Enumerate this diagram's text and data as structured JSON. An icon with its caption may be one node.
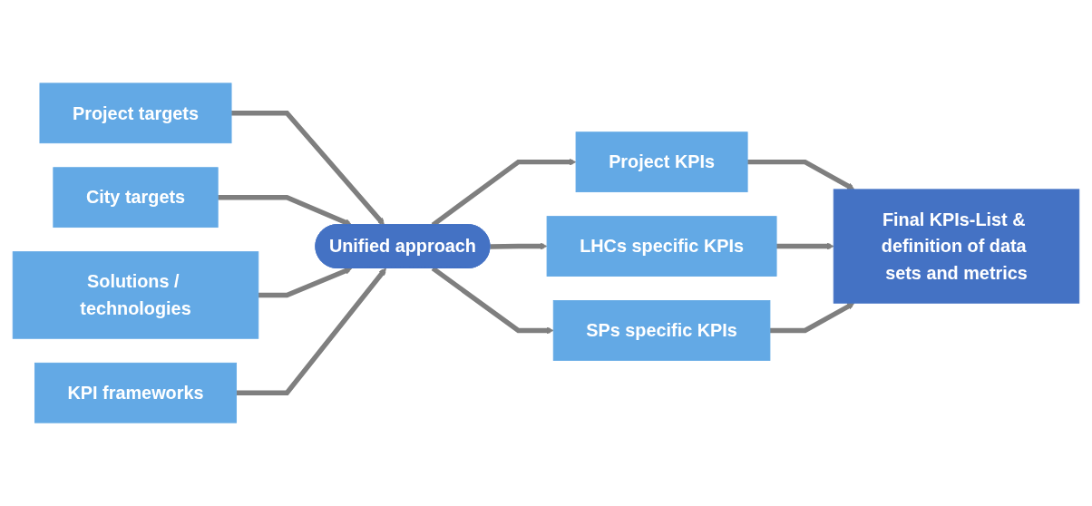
{
  "diagram": {
    "nodes": [
      {
        "text": [
          "Project targets"
        ]
      },
      {
        "text": [
          "City targets"
        ]
      },
      {
        "text": [
          "Solutions / technologies"
        ]
      },
      {
        "text": [
          "KPI frameworks"
        ]
      },
      {
        "text": [
          "Unified approach"
        ]
      },
      {
        "text": [
          "Project KPIs"
        ]
      },
      {
        "text": [
          "LHCs specific KPIs"
        ]
      },
      {
        "text": [
          "SPs specific KPIs"
        ]
      },
      {
        "text": [
          "Final KPIs-List & definition of data sets and metrics"
        ]
      }
    ],
    "edges": [
      {
        "from": 0,
        "to": 4,
        "arrow": "to"
      },
      {
        "from": 1,
        "to": 4,
        "arrow": "to"
      },
      {
        "from": 2,
        "to": 4,
        "arrow": "to"
      },
      {
        "from": 3,
        "to": 4,
        "arrow": "to"
      },
      {
        "from": 4,
        "to": 5,
        "arrow": "to"
      },
      {
        "from": 4,
        "to": 6,
        "arrow": "to"
      },
      {
        "from": 4,
        "to": 7,
        "arrow": "to"
      },
      {
        "from": 5,
        "to": 8,
        "arrow": "to"
      },
      {
        "from": 6,
        "to": 8,
        "arrow": "to"
      },
      {
        "from": 7,
        "to": 8,
        "arrow": "to"
      }
    ]
  }
}
